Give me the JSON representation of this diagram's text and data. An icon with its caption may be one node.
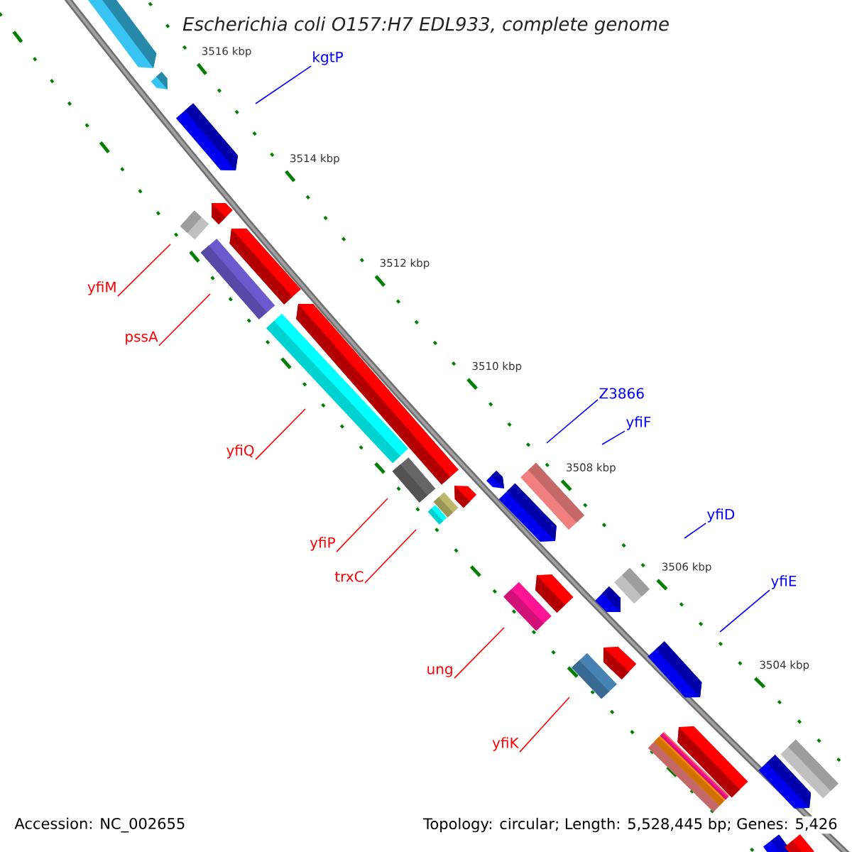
{
  "diagram": {
    "title": "Escherichia coli O157:H7 EDL933, complete genome",
    "nodes": [
      {
        "text": [
          "kgtP"
        ]
      },
      {
        "text": [
          "yfiM"
        ]
      },
      {
        "text": [
          "pssA"
        ]
      },
      {
        "text": [
          "Z3866"
        ]
      },
      {
        "text": [
          "yfiF"
        ]
      },
      {
        "text": [
          "yfiQ"
        ]
      },
      {
        "text": [
          "yfiD"
        ]
      },
      {
        "text": [
          "yfiP"
        ]
      },
      {
        "text": [
          "trxC"
        ]
      },
      {
        "text": [
          "yfiE"
        ]
      },
      {
        "text": [
          "ung"
        ]
      },
      {
        "text": [
          "yfiK"
        ]
      }
    ],
    "edges": [
      {
        "from": 0,
        "to": null,
        "arrow": "none",
        "color": "#0000ff"
      },
      {
        "from": 1,
        "to": null,
        "arrow": "none"
      },
      {
        "from": 2,
        "to": null,
        "arrow": "none"
      },
      {
        "from": 3,
        "to": null,
        "arrow": "none",
        "color": "#0000ff"
      },
      {
        "from": 4,
        "to": null,
        "arrow": "none",
        "color": "#0000ff"
      },
      {
        "from": 5,
        "to": null,
        "arrow": "none"
      },
      {
        "from": 6,
        "to": null,
        "arrow": "none",
        "color": "#0000ff"
      },
      {
        "from": 7,
        "to": null,
        "arrow": "none"
      },
      {
        "from": 8,
        "to": null,
        "arrow": "none"
      },
      {
        "from": 9,
        "to": null,
        "arrow": "none",
        "color": "#0000ff"
      },
      {
        "from": 10,
        "to": null,
        "arrow": "none"
      },
      {
        "from": 11,
        "to": null,
        "arrow": "none"
      }
    ],
    "labels": [
      "3516 kbp",
      "3514 kbp",
      "3512 kbp",
      "3510 kbp",
      "3508 kbp",
      "3506 kbp",
      "3504 kbp",
      "Accession: NC_002655",
      "Topology: circular; Length: 5,528,445 bp; Genes: 5,426"
    ]
  }
}
